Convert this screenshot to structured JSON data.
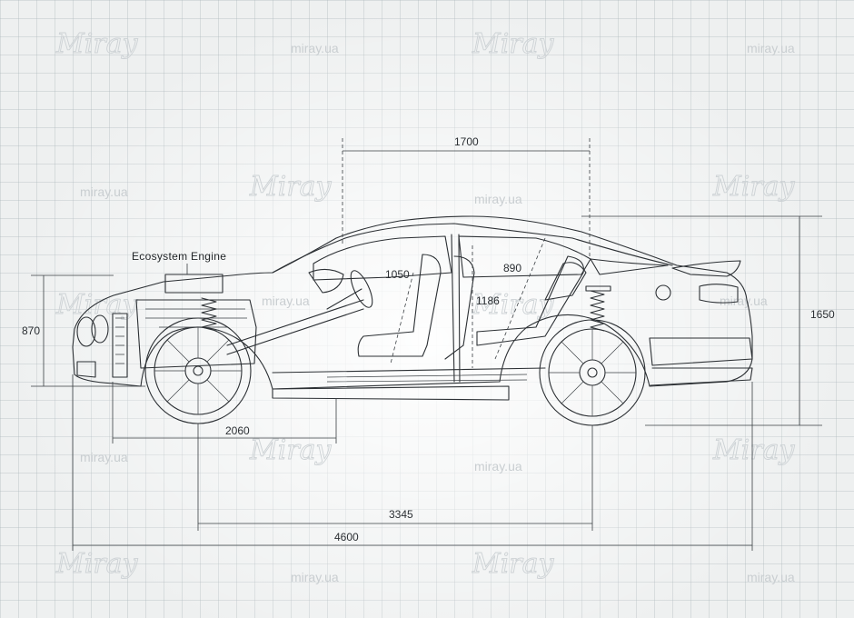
{
  "labels": {
    "engine": "Ecosystem Engine"
  },
  "dimensions": {
    "roof_span": "1700",
    "front_height": "870",
    "overall_height": "1650",
    "front_seat": "1050",
    "rear_seat": "890",
    "cabin_height": "1186",
    "front_overhang": "2060",
    "wheelbase": "3345",
    "overall_length": "4600"
  },
  "watermarks": {
    "site": "miray.ua",
    "logo": "Miray"
  },
  "colors": {
    "line": "#2c3034",
    "grid": "#aab4b9",
    "background": "#eef0f0",
    "watermark": "#c9ced1"
  }
}
